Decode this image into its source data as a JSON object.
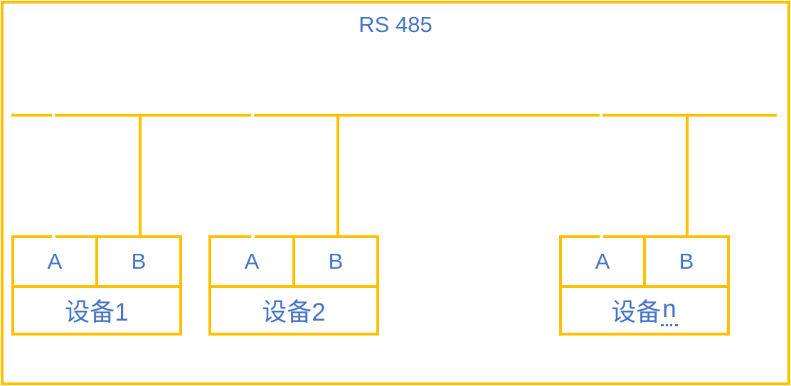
{
  "diagram": {
    "title": "RS 485",
    "colors": {
      "line": "#FFC000",
      "text": "#4472C4",
      "background": "#FFFFFF"
    },
    "bus": {
      "label": "RS 485"
    },
    "devices": [
      {
        "terminal_a": "A",
        "terminal_b": "B",
        "label": "设备1"
      },
      {
        "terminal_a": "A",
        "terminal_b": "B",
        "label": "设备2"
      },
      {
        "terminal_a": "A",
        "terminal_b": "B",
        "label_prefix": "设备",
        "label_suffix": "n"
      }
    ]
  }
}
